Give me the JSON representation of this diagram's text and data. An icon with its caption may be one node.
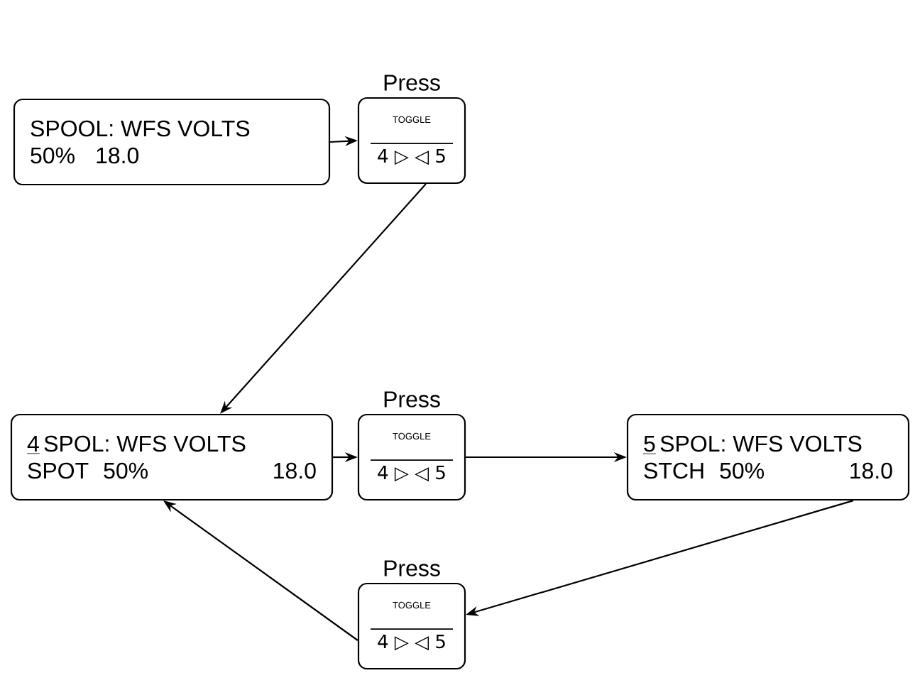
{
  "diagram": {
    "nodes": [
      {
        "text": [
          "SPOOL: WFS VOLTS",
          "50%",
          "18.0"
        ]
      },
      {
        "text": [
          "TOGGLE",
          "4 ▷ ◁ 5"
        ],
        "beside": [
          "Press"
        ]
      },
      {
        "text": [
          "4",
          "SPOL: WFS VOLTS",
          "SPOT",
          "50%",
          "18.0"
        ]
      },
      {
        "text": [
          "TOGGLE",
          "4 ▷ ◁ 5"
        ],
        "beside": [
          "Press"
        ]
      },
      {
        "text": [
          "5",
          "SPOL: WFS VOLTS",
          "STCH",
          "50%",
          "18.0"
        ]
      },
      {
        "text": [
          "TOGGLE",
          "4 ▷ ◁ 5"
        ],
        "beside": [
          "Press"
        ]
      }
    ],
    "edges": [
      {
        "from": 0,
        "to": 1,
        "arrow": "to"
      },
      {
        "from": 1,
        "to": 2,
        "arrow": "to"
      },
      {
        "from": 2,
        "to": 3,
        "arrow": "to"
      },
      {
        "from": 3,
        "to": 4,
        "arrow": "to"
      },
      {
        "from": 4,
        "to": 5,
        "arrow": "to"
      },
      {
        "from": 5,
        "to": 2,
        "arrow": "to"
      }
    ]
  }
}
